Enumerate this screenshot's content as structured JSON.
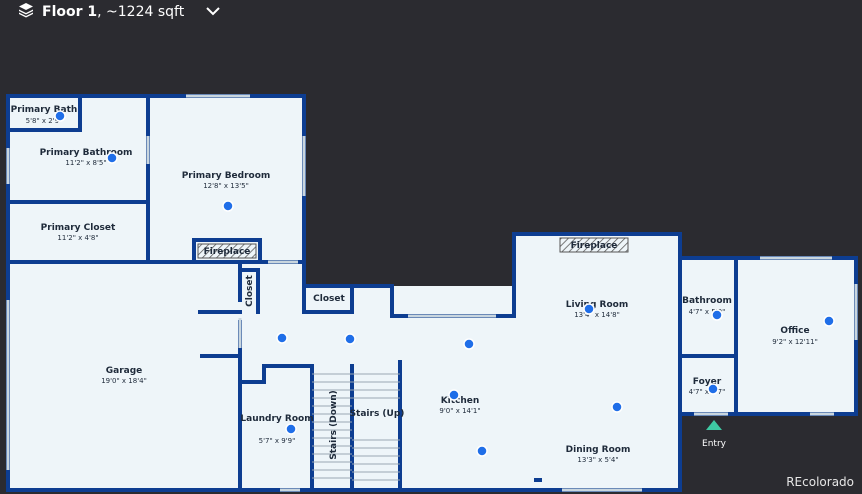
{
  "header": {
    "floor_name": "Floor 1",
    "floor_area": ", ~1224 sqft",
    "layers_icon": "layers-icon",
    "chevron_icon": "chevron-down-icon"
  },
  "rooms": {
    "primary_bath": {
      "name": "Primary Bath",
      "dims": "5'8\" x 2'9\""
    },
    "primary_bathroom": {
      "name": "Primary Bathroom",
      "dims": "11'2\" x 8'5\""
    },
    "primary_bedroom": {
      "name": "Primary Bedroom",
      "dims": "12'8\" x 13'5\""
    },
    "primary_closet": {
      "name": "Primary Closet",
      "dims": "11'2\" x 4'8\""
    },
    "fireplace_bedroom": {
      "name": "Fireplace"
    },
    "closet_vertical": {
      "name": "Closet"
    },
    "closet": {
      "name": "Closet"
    },
    "garage": {
      "name": "Garage",
      "dims": "19'0\" x 18'4\""
    },
    "laundry": {
      "name": "Laundry Room",
      "dims": "5'7\" x 9'9\""
    },
    "stairs_down": {
      "name": "Stairs (Down)"
    },
    "stairs_up": {
      "name": "Stairs (Up)"
    },
    "kitchen": {
      "name": "Kitchen",
      "dims": "9'0\" x 14'1\""
    },
    "fireplace_living": {
      "name": "Fireplace"
    },
    "living_room": {
      "name": "Living Room",
      "dims": "13'4\" x 14'8\""
    },
    "dining_room": {
      "name": "Dining Room",
      "dims": "13'3\" x 5'4\""
    },
    "bathroom": {
      "name": "Bathroom",
      "dims": "4'7\" x 5'0\""
    },
    "foyer": {
      "name": "Foyer",
      "dims": "4'7\" x 5'7\""
    },
    "office": {
      "name": "Office",
      "dims": "9'2\" x 12'11\""
    }
  },
  "entry_label": "Entry",
  "watermark": "REcolorado",
  "colors": {
    "wall": "#0d3d91",
    "floor": "#eef5f9",
    "hotspot": "#1f6ee8",
    "entry": "#3ec9a3",
    "background": "#2b2b30"
  }
}
